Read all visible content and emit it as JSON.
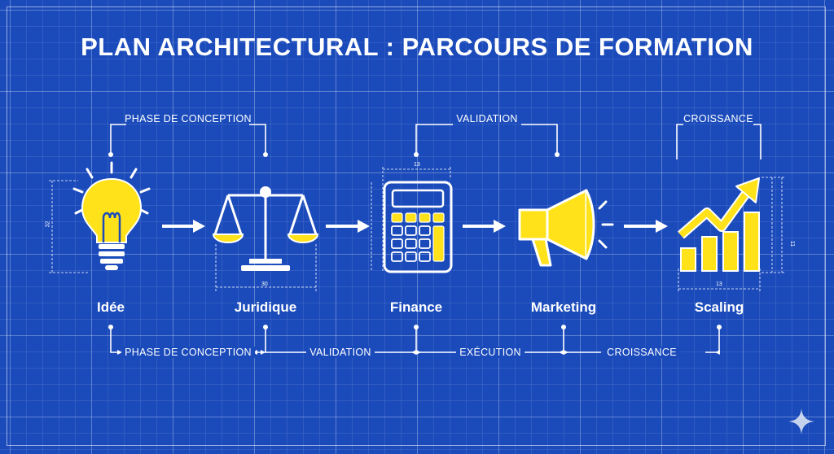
{
  "title": "PLAN ARCHITECTURAL : PARCOURS DE FORMATION",
  "top_phases": [
    {
      "label": "PHASE DE CONCEPTION"
    },
    {
      "label": "VALIDATION"
    },
    {
      "label": "CROISSANCE"
    }
  ],
  "steps": [
    {
      "label": "Idée",
      "icon": "lightbulb-icon"
    },
    {
      "label": "Juridique",
      "icon": "scales-icon"
    },
    {
      "label": "Finance",
      "icon": "calculator-icon"
    },
    {
      "label": "Marketing",
      "icon": "megaphone-icon"
    },
    {
      "label": "Scaling",
      "icon": "growth-chart-icon"
    }
  ],
  "bottom_phases": [
    {
      "label": "PHASE DE CONCEPTION"
    },
    {
      "label": "VALIDATION"
    },
    {
      "label": "EXÉCUTION"
    },
    {
      "label": "CROISSANCE"
    }
  ],
  "dimensions": {
    "bulb_height": "32",
    "scales_width": "30",
    "calc_width": "13",
    "chart_width": "13",
    "chart_height": "11"
  },
  "colors": {
    "background": "#1b4bbb",
    "accent": "#ffe21a",
    "line": "#ffffff"
  }
}
